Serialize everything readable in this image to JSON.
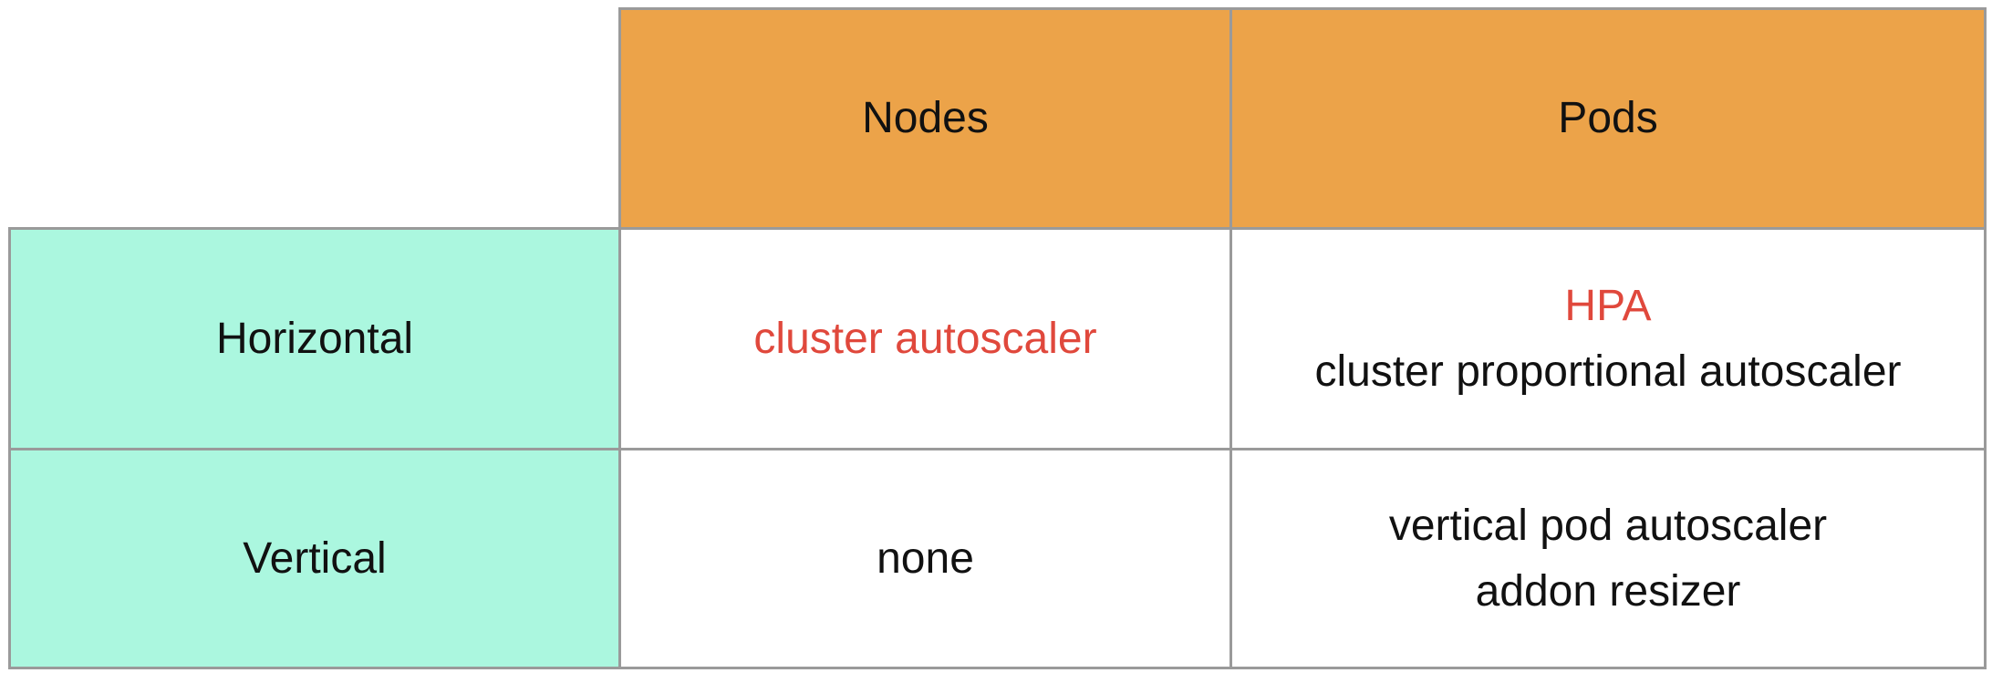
{
  "colors": {
    "column_header_bg": "#eca349",
    "row_header_bg": "#abf7df",
    "highlight_text": "#e0483c",
    "border": "#9a9a9a"
  },
  "table": {
    "columns": [
      "Nodes",
      "Pods"
    ],
    "rows": [
      {
        "label": "Horizontal",
        "nodes": [
          "cluster autoscaler"
        ],
        "pods": [
          "HPA",
          "cluster proportional autoscaler"
        ]
      },
      {
        "label": "Vertical",
        "nodes": [
          "none"
        ],
        "pods": [
          "vertical pod autoscaler",
          "addon resizer"
        ]
      }
    ]
  }
}
